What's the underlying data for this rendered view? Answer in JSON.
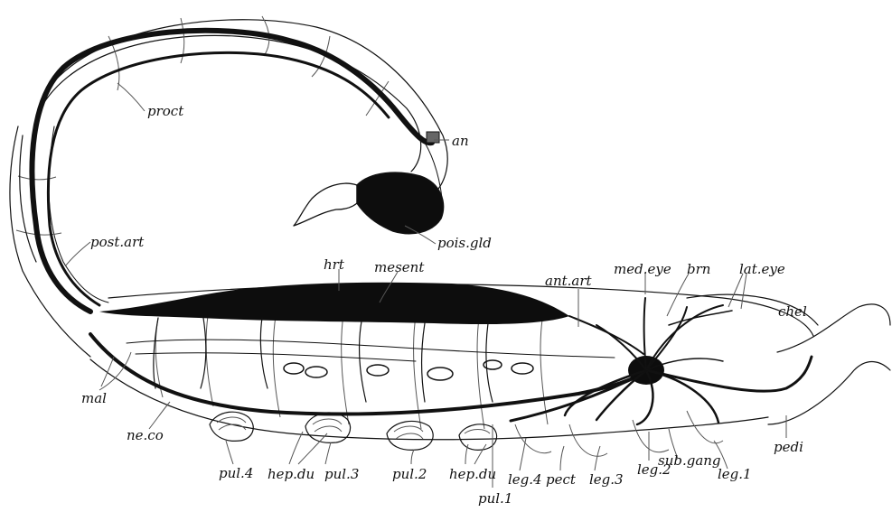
{
  "labels": {
    "proct": "proct",
    "an": "an",
    "pois_gld": "pois.gld",
    "post_art": "post.art",
    "hrt": "hrt",
    "mesent": "mesent",
    "ant_art": "ant.art",
    "med_eye": "med.eye",
    "brn": "brn",
    "lat_eye": "lat.eye",
    "chel": "chel",
    "mal": "mal",
    "ne_co": "ne.co",
    "pul_4": "pul.4",
    "hep_du_1": "hep.du",
    "pul_3": "pul.3",
    "pul_2": "pul.2",
    "hep_du_2": "hep.du",
    "pul_1": "pul.1",
    "leg_4": "leg.4",
    "pect": "pect",
    "leg_3": "leg.3",
    "leg_2": "leg.2",
    "sub_gang": "sub.gang",
    "leg_1": "leg.1",
    "pedi": "pedi"
  },
  "colors": {
    "ink": "#111111",
    "paper": "#ffffff",
    "gland_fill": "#0d0d0d"
  }
}
